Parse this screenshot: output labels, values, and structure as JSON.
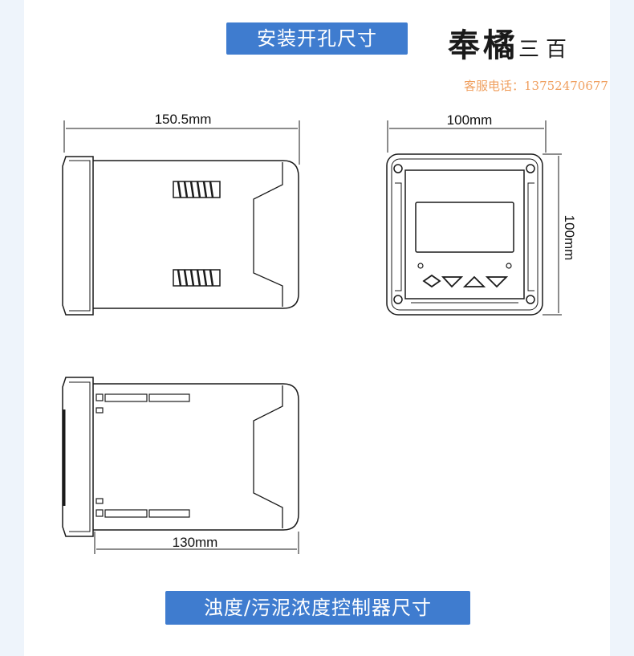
{
  "banners": {
    "top": "安装开孔尺寸",
    "bottom": "浊度/污泥浓度控制器尺寸"
  },
  "brand": {
    "name_large": "奉橘",
    "name_small": "三百",
    "service": "客服电话：13752470677"
  },
  "dimensions": {
    "side_width": "150.5mm",
    "front_width": "100mm",
    "front_height": "100mm",
    "top_depth": "130mm"
  },
  "colors": {
    "banner": "#3f7ccf",
    "service_text": "#f0a060",
    "line": "#1a1a1a"
  }
}
